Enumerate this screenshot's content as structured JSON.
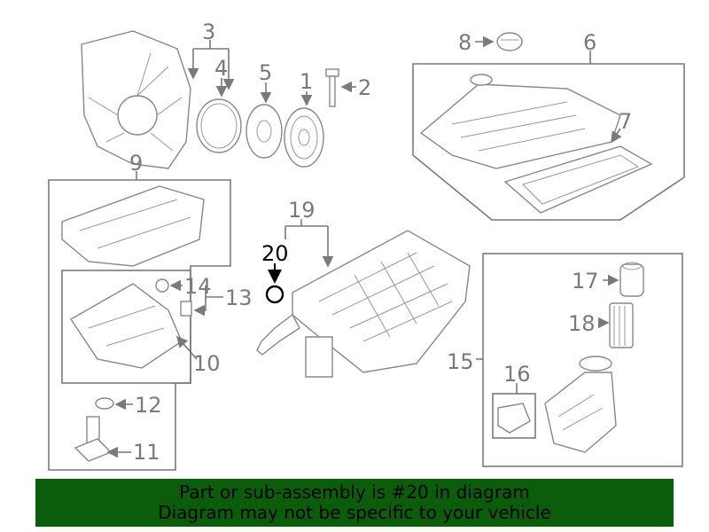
{
  "diagram": {
    "callouts": {
      "c1": "1",
      "c2": "2",
      "c3": "3",
      "c4": "4",
      "c5": "5",
      "c6": "6",
      "c7": "7",
      "c8": "8",
      "c9": "9",
      "c10": "10",
      "c11": "11",
      "c12": "12",
      "c13": "13",
      "c14": "14",
      "c15": "15",
      "c16": "16",
      "c17": "17",
      "c18": "18",
      "c19": "19",
      "c20": "20"
    },
    "highlight_part": "20",
    "highlight_color": "#000000",
    "label_color": "#7a7a7a"
  },
  "banner": {
    "line1": "Part or sub-assembly is #20 in diagram",
    "line2": "Diagram may not be specific to your vehicle",
    "color": "#0b5c0b"
  }
}
